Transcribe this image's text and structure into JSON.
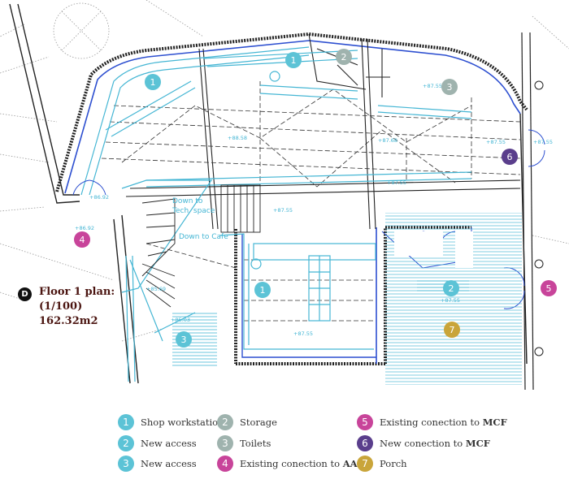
{
  "plan": {
    "badge": "D",
    "title_line1": "Floor 1 plan:",
    "title_line2": "(1/100)",
    "title_line3": "162.32m2",
    "labels": {
      "down_tech_1": "Down to",
      "down_tech_2": "Tech. space",
      "down_cafe": "Down to Cafe",
      "lvl_a": "+88.58",
      "lvl_b": "+87.68",
      "lvl_c": "+87.55",
      "lvl_d": "+87.55",
      "lvl_e": "+87.55",
      "lvl_f": "+87.55",
      "lvl_g": "+87.55",
      "lvl_h": "+87.55",
      "lvl_i": "+86.92",
      "lvl_j": "+86.92",
      "lvl_k": "+85.69",
      "lvl_l": "+85.03",
      "lvl_m": "+87.55"
    },
    "markers": [
      {
        "n": "1",
        "color": "#5cc3d6"
      },
      {
        "n": "1",
        "color": "#5cc3d6"
      },
      {
        "n": "1",
        "color": "#5cc3d6"
      },
      {
        "n": "2",
        "color": "#9fb3ae"
      },
      {
        "n": "3",
        "color": "#9fb3ae"
      },
      {
        "n": "6",
        "color": "#5a3e8c"
      },
      {
        "n": "4",
        "color": "#c8449a"
      },
      {
        "n": "5",
        "color": "#c8449a"
      },
      {
        "n": "2",
        "color": "#5cc3d6"
      },
      {
        "n": "3",
        "color": "#5cc3d6"
      },
      {
        "n": "7",
        "color": "#c9a53a"
      }
    ]
  },
  "legend": {
    "items": [
      {
        "n": "1",
        "color": "#5cc3d6",
        "text": "Shop workstation",
        "bold": ""
      },
      {
        "n": "2",
        "color": "#5cc3d6",
        "text": "New access",
        "bold": ""
      },
      {
        "n": "3",
        "color": "#5cc3d6",
        "text": "New access",
        "bold": ""
      },
      {
        "n": "2",
        "color": "#9fb3ae",
        "text": "Storage",
        "bold": ""
      },
      {
        "n": "3",
        "color": "#9fb3ae",
        "text": "Toilets",
        "bold": ""
      },
      {
        "n": "4",
        "color": "#c8449a",
        "text": "Existing conection to ",
        "bold": "AAM"
      },
      {
        "n": "5",
        "color": "#c8449a",
        "text": "Existing conection to ",
        "bold": "MCF"
      },
      {
        "n": "6",
        "color": "#5a3e8c",
        "text": "New conection to ",
        "bold": "MCF"
      },
      {
        "n": "7",
        "color": "#c9a53a",
        "text": "Porch",
        "bold": ""
      }
    ]
  },
  "colors": {
    "cyan": "#45b6d4",
    "blue": "#2d4fd0",
    "wall": "#222222"
  }
}
